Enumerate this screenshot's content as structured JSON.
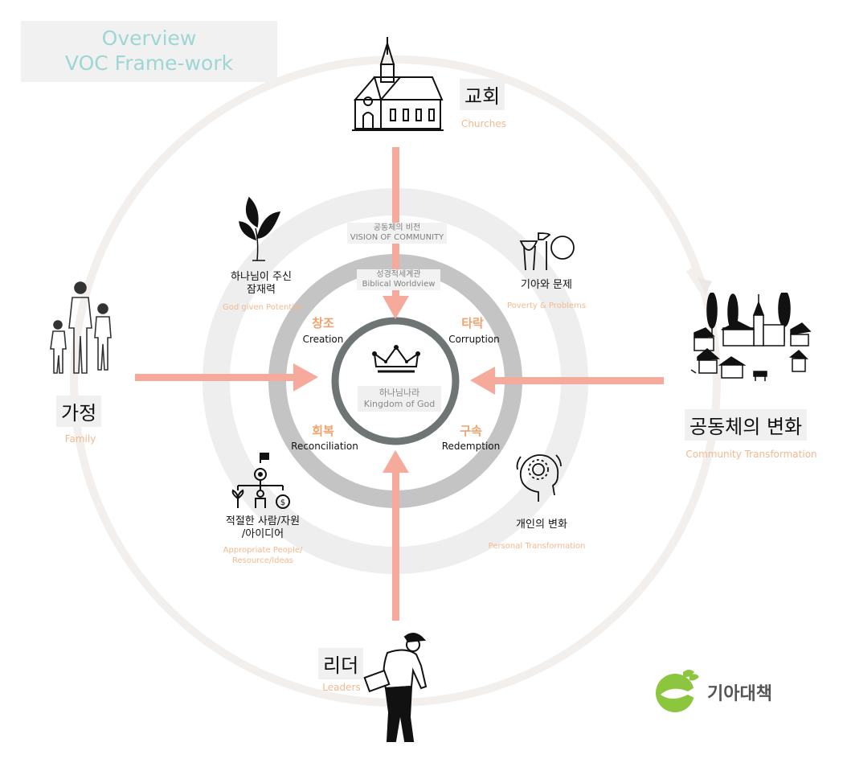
{
  "title": {
    "line1": "Overview",
    "line2": "VOC Frame-work"
  },
  "nodes": {
    "churches": {
      "ko": "교회",
      "en": "Churches"
    },
    "family": {
      "ko": "가정",
      "en": "Family"
    },
    "leaders": {
      "ko": "리더",
      "en": "Leaders"
    },
    "community": {
      "ko": "공동체의 변화",
      "en": "Community Transformation"
    }
  },
  "ring_items": {
    "potential": {
      "ko_line1": "하나님이 주신",
      "ko_line2": "잠재력",
      "en": "God given Potential"
    },
    "poverty": {
      "ko": "기아와 문제",
      "en": "Poverty & Problems"
    },
    "resources": {
      "ko_line1": "적절한 사람/자원",
      "ko_line2": "/아이디어",
      "en_line1": "Appropriate People/",
      "en_line2": "Resource/Ideas"
    },
    "personal": {
      "ko": "개인의 변화",
      "en": "Personal Transformation"
    }
  },
  "ring_labels": {
    "vision_ko": "공동체의 비전",
    "vision_en": "VISION OF COMMUNITY",
    "worldview_ko": "성경적세계관",
    "worldview_en": "Biblical Worldview"
  },
  "cycle": {
    "creation": {
      "ko": "창조",
      "en": "Creation"
    },
    "corruption": {
      "ko": "타락",
      "en": "Corruption"
    },
    "reconciliation": {
      "ko": "회복",
      "en": "Reconciliation"
    },
    "redemption": {
      "ko": "구속",
      "en": "Redemption"
    }
  },
  "center": {
    "ko": "하나님나라",
    "en": "Kingdom of God"
  },
  "logo": {
    "text": "기아대책"
  },
  "colors": {
    "title_text": "#9ed6d6",
    "accent_orange": "#f3b98f",
    "arrow_pink": "#f6aa9c",
    "ring_gray": "#bdbdbd",
    "center_ring": "#6f7474",
    "logo_green": "#8cc63f"
  },
  "icons": [
    "church-icon",
    "family-icon",
    "leader-icon",
    "village-icon",
    "sprout-icon",
    "bowls-icon",
    "crown-icon",
    "resources-icon",
    "head-gear-icon",
    "logo-fish-icon"
  ]
}
